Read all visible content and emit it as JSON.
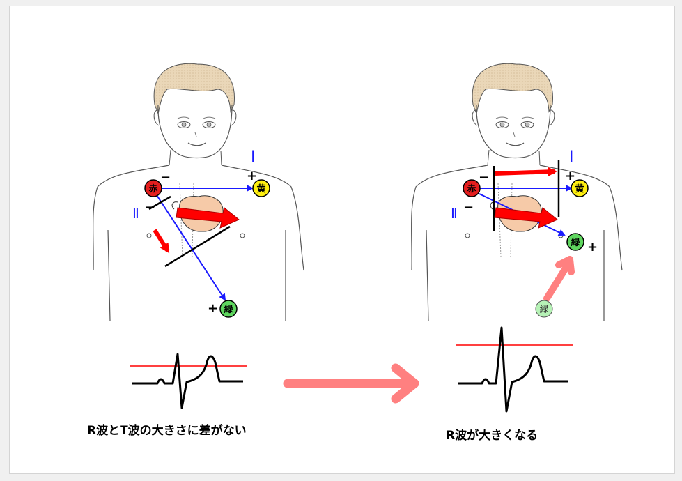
{
  "left_panel": {
    "lead_label": "Ⅰ",
    "lead2_label": "Ⅱ",
    "minus_sign": "−",
    "plus_sign": "+",
    "electrodes": {
      "red": "赤",
      "yellow": "黄",
      "green": "緑"
    },
    "caption": "R波とT波の大きさに差がない"
  },
  "right_panel": {
    "lead_label": "Ⅰ",
    "lead2_label": "Ⅱ",
    "minus_sign": "−",
    "plus_sign": "+",
    "electrodes": {
      "red": "赤",
      "yellow": "黄",
      "green": "緑",
      "green_old": "緑"
    },
    "caption": "R波が大きくなる"
  },
  "colors": {
    "electrode_red": "#e41e1e",
    "electrode_yellow": "#ffef10",
    "electrode_green": "#5fd65f",
    "electrode_green_faded": "#b6f2b6",
    "lead_arrow": "#1a1aff",
    "vector_arrow": "#ff0000",
    "transition_arrow": "#ff8080",
    "skin": "#f6caa8",
    "hair": "#ead7b8"
  }
}
